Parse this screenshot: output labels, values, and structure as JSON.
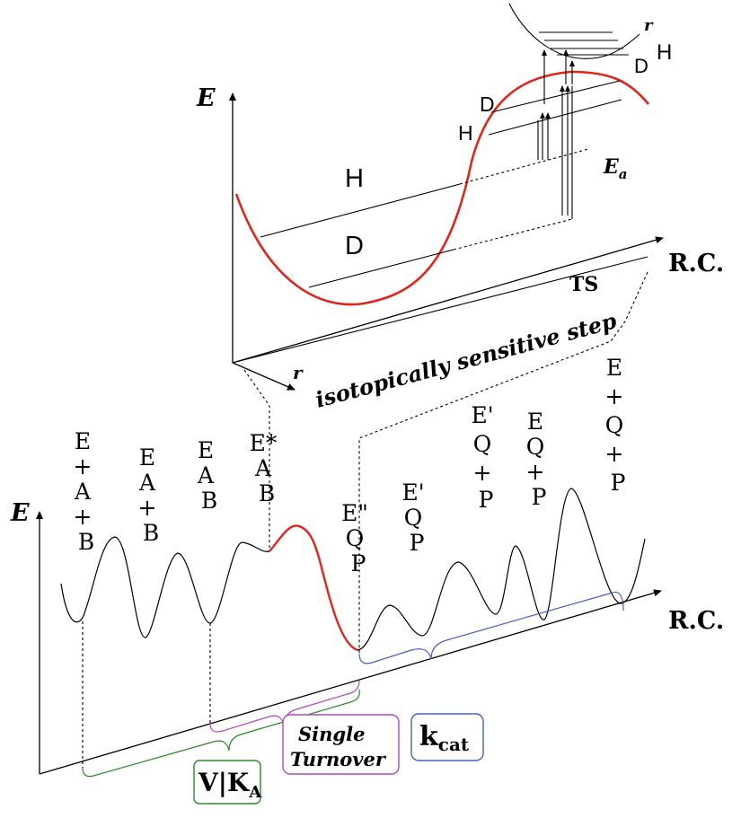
{
  "upper_diagram": {
    "energy_axis": "E",
    "rc_axis": "R.C.",
    "r_axis": "r",
    "level_h": "H",
    "level_d": "D",
    "ts_level_d": "D",
    "ts_level_h": "H",
    "ts_label": "TS",
    "activation_label": "E",
    "activation_sub": "a",
    "inset_r": "r",
    "inset_h": "H",
    "inset_d": "D",
    "step_banner": "isotopically sensitive step"
  },
  "lower_diagram": {
    "energy_axis": "E",
    "rc_axis": "R.C.",
    "states": [
      [
        "E",
        "+",
        "A",
        "+",
        "B"
      ],
      [
        "E",
        "A",
        "+",
        "B"
      ],
      [
        "E",
        "A",
        "B"
      ],
      [
        "E*",
        "A",
        "B"
      ],
      [
        "E\"",
        "Q",
        "P"
      ],
      [
        "E'",
        "Q",
        "P"
      ],
      [
        "E'",
        "Q",
        "+",
        "P"
      ],
      [
        "E",
        "Q",
        "+",
        "P"
      ],
      [
        "E",
        "+",
        "Q",
        "+",
        "P"
      ]
    ],
    "labels": {
      "v_over_k_main": "V|K",
      "v_over_k_sub": "A",
      "single_line1": "Single",
      "single_line2": "Turnover",
      "kcat_main": "k",
      "kcat_sub": "cat"
    }
  },
  "colors": {
    "red_curve": "#e0261b",
    "v_over_k": "#2a8a2a",
    "single_turnover": "#b04ab8",
    "kcat": "#4a5ec0"
  }
}
